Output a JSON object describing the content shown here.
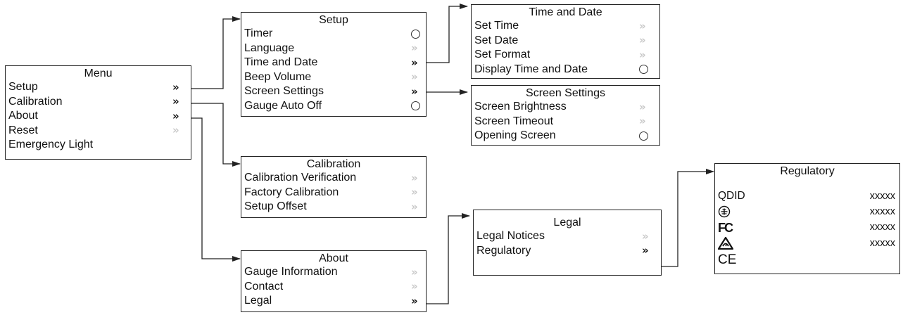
{
  "menu": {
    "title": "Menu",
    "items": [
      {
        "label": "Setup",
        "indicator": "chevron-active"
      },
      {
        "label": "Calibration",
        "indicator": "chevron-active"
      },
      {
        "label": "About",
        "indicator": "chevron-active"
      },
      {
        "label": "Reset",
        "indicator": "chevron-inactive"
      },
      {
        "label": "Emergency Light",
        "indicator": "none"
      }
    ]
  },
  "setup": {
    "title": "Setup",
    "items": [
      {
        "label": "Timer",
        "indicator": "radio"
      },
      {
        "label": "Language",
        "indicator": "chevron-inactive"
      },
      {
        "label": "Time and Date",
        "indicator": "chevron-active"
      },
      {
        "label": "Beep Volume",
        "indicator": "chevron-inactive"
      },
      {
        "label": "Screen Settings",
        "indicator": "chevron-active"
      },
      {
        "label": "Gauge Auto Off",
        "indicator": "radio"
      }
    ]
  },
  "time_date": {
    "title": "Time and Date",
    "items": [
      {
        "label": "Set Time",
        "indicator": "chevron-inactive"
      },
      {
        "label": "Set Date",
        "indicator": "chevron-inactive"
      },
      {
        "label": "Set Format",
        "indicator": "chevron-inactive"
      },
      {
        "label": "Display Time and Date",
        "indicator": "radio"
      }
    ]
  },
  "screen_settings": {
    "title": "Screen Settings",
    "items": [
      {
        "label": "Screen Brightness",
        "indicator": "chevron-inactive"
      },
      {
        "label": "Screen Timeout",
        "indicator": "chevron-inactive"
      },
      {
        "label": "Opening Screen",
        "indicator": "radio"
      }
    ]
  },
  "calibration": {
    "title": "Calibration",
    "items": [
      {
        "label": "Calibration Verification",
        "indicator": "chevron-inactive"
      },
      {
        "label": "Factory Calibration",
        "indicator": "chevron-inactive"
      },
      {
        "label": "Setup Offset",
        "indicator": "chevron-inactive"
      }
    ]
  },
  "about": {
    "title": "About",
    "items": [
      {
        "label": "Gauge Information",
        "indicator": "chevron-inactive"
      },
      {
        "label": "Contact",
        "indicator": "chevron-inactive"
      },
      {
        "label": "Legal",
        "indicator": "chevron-active"
      }
    ]
  },
  "legal": {
    "title": "Legal",
    "items": [
      {
        "label": "Legal Notices",
        "indicator": "chevron-inactive"
      },
      {
        "label": "Regulatory",
        "indicator": "chevron-active"
      }
    ]
  },
  "regulatory": {
    "title": "Regulatory",
    "rows": [
      {
        "label": "QDID",
        "icon": "",
        "value": "xxxxx"
      },
      {
        "label": "",
        "icon": "telecom-mark-icon",
        "value": "xxxxx"
      },
      {
        "label": "",
        "icon": "fcc-logo-icon",
        "value": "xxxxx"
      },
      {
        "label": "",
        "icon": "rcm-mark-icon",
        "value": "xxxxx"
      },
      {
        "label": "",
        "icon": "ce-mark-icon",
        "value": ""
      }
    ]
  },
  "glyphs": {
    "chevron": "»",
    "fcc_logo": "FC",
    "ce_mark": "CE"
  },
  "colors": {
    "line": "#222222",
    "chevron_active": "#111111",
    "chevron_inactive": "#c8c8c8"
  }
}
